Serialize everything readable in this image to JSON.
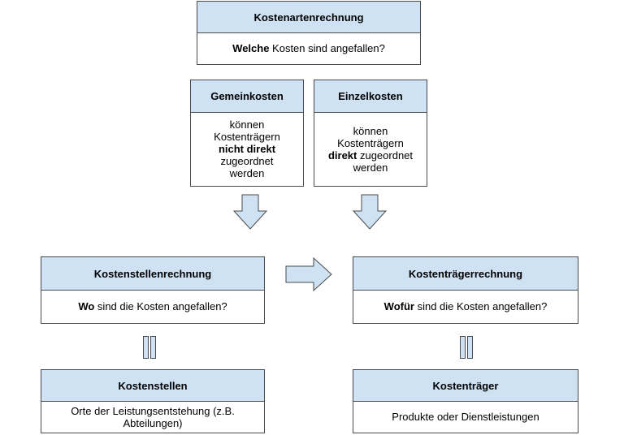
{
  "kostenarten": {
    "title": "Kostenartenrechnung",
    "question_bold": "Welche",
    "question_rest": " Kosten sind angefallen?"
  },
  "gemeinkosten": {
    "title": "Gemeinkosten",
    "line1": "können",
    "line2": "Kostenträgern",
    "line3_bold": "nicht direkt",
    "line4": "zugeordnet",
    "line5": "werden"
  },
  "einzelkosten": {
    "title": "Einzelkosten",
    "line1": "können",
    "line2": "Kostenträgern",
    "line3_bold": "direkt",
    "line3_rest": " zugeordnet",
    "line4": "werden"
  },
  "kostenstellenrechnung": {
    "title": "Kostenstellenrechnung",
    "question_bold": "Wo",
    "question_rest": " sind die Kosten angefallen?"
  },
  "kostentraegerrechnung": {
    "title": "Kostenträgerrechnung",
    "question_bold": "Wofür",
    "question_rest": " sind die Kosten angefallen?"
  },
  "kostenstellen": {
    "title": "Kostenstellen",
    "line1": "Orte der Leistungsentstehung (z.B.",
    "line2": "Abteilungen)"
  },
  "kostentraeger": {
    "title": "Kostenträger",
    "text": "Produkte oder Dienstleistungen"
  },
  "colors": {
    "header_fill": "#cfe2f3",
    "border": "#4a4a4a"
  }
}
